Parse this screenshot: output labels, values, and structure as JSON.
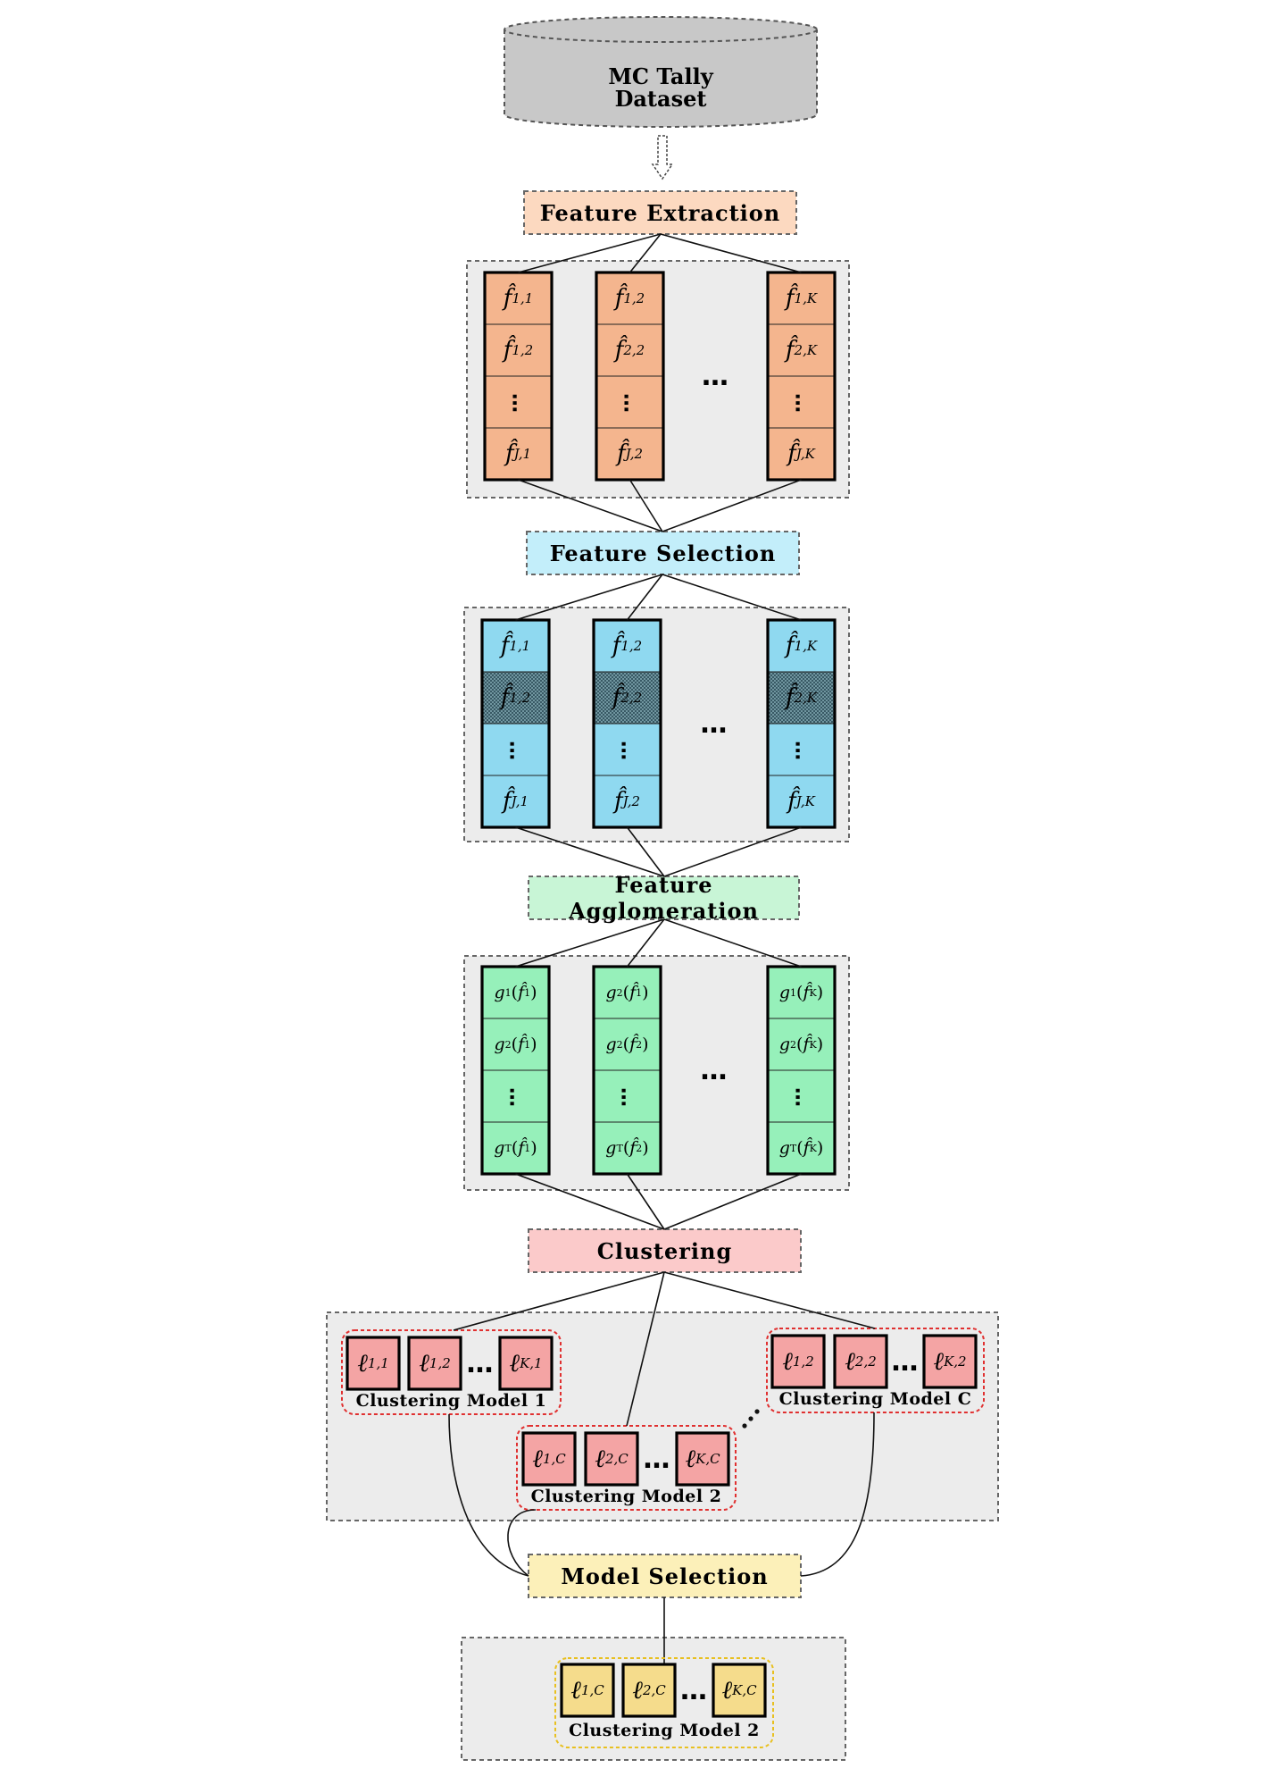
{
  "dataset": {
    "label_line1": "MC Tally",
    "label_line2": "Dataset"
  },
  "stages": {
    "extraction": "Feature Extraction",
    "selection": "Feature Selection",
    "agglomeration": "Feature Agglomeration",
    "clustering": "Clustering",
    "model_selection": "Model Selection"
  },
  "extraction_columns": [
    [
      "1,1",
      "1,2",
      "",
      "J,1"
    ],
    [
      "1,2",
      "2,2",
      "",
      "J,2"
    ],
    [
      "1,K",
      "2,K",
      "",
      "J,K"
    ]
  ],
  "selection_columns": [
    [
      "1,1",
      "1,2",
      "",
      "J,1"
    ],
    [
      "1,2",
      "2,2",
      "",
      "J,2"
    ],
    [
      "1,K",
      "2,K",
      "",
      "J,K"
    ]
  ],
  "agglomeration_columns": [
    [
      {
        "g": "1",
        "f": "1"
      },
      {
        "g": "2",
        "f": "1"
      },
      null,
      {
        "g": "T",
        "f": "1"
      }
    ],
    [
      {
        "g": "2",
        "f": "1"
      },
      {
        "g": "2",
        "f": "2"
      },
      null,
      {
        "g": "T",
        "f": "2"
      }
    ],
    [
      {
        "g": "1",
        "f": "K"
      },
      {
        "g": "2",
        "f": "K"
      },
      null,
      {
        "g": "T",
        "f": "K"
      }
    ]
  ],
  "column_ellipsis": "…",
  "models": [
    {
      "label": "Clustering Model 1",
      "labels": [
        "1,1",
        "1,2",
        "K,1"
      ]
    },
    {
      "label": "Clustering Model 2",
      "labels": [
        "1,C",
        "2,C",
        "K,C"
      ]
    },
    {
      "label": "Clustering Model C",
      "labels": [
        "1,2",
        "2,2",
        "K,2"
      ]
    }
  ],
  "selected_model": {
    "label": "Clustering Model 2",
    "labels": [
      "1,C",
      "2,C",
      "K,C"
    ]
  },
  "label_symbol": "ℓ",
  "feature_symbol": "f̂",
  "colors": {
    "extraction_label_bg": "#fcd9c0",
    "extraction_cell": "#f4b58e",
    "selection_label_bg": "#c3eefa",
    "selection_cell": "#8fd9f0",
    "agglomeration_label_bg": "#c8f5d6",
    "agglomeration_cell": "#96f0ba",
    "clustering_label_bg": "#fbcaca",
    "cluster_cell": "#f4a4a4",
    "model_selection_bg": "#fcf0b9",
    "selected_cell": "#f5dc8c",
    "panel_bg": "#ececec",
    "dataset_fill": "#c8c8c8",
    "model_border_red": "#e03030",
    "model_border_yellow": "#e8c020"
  }
}
